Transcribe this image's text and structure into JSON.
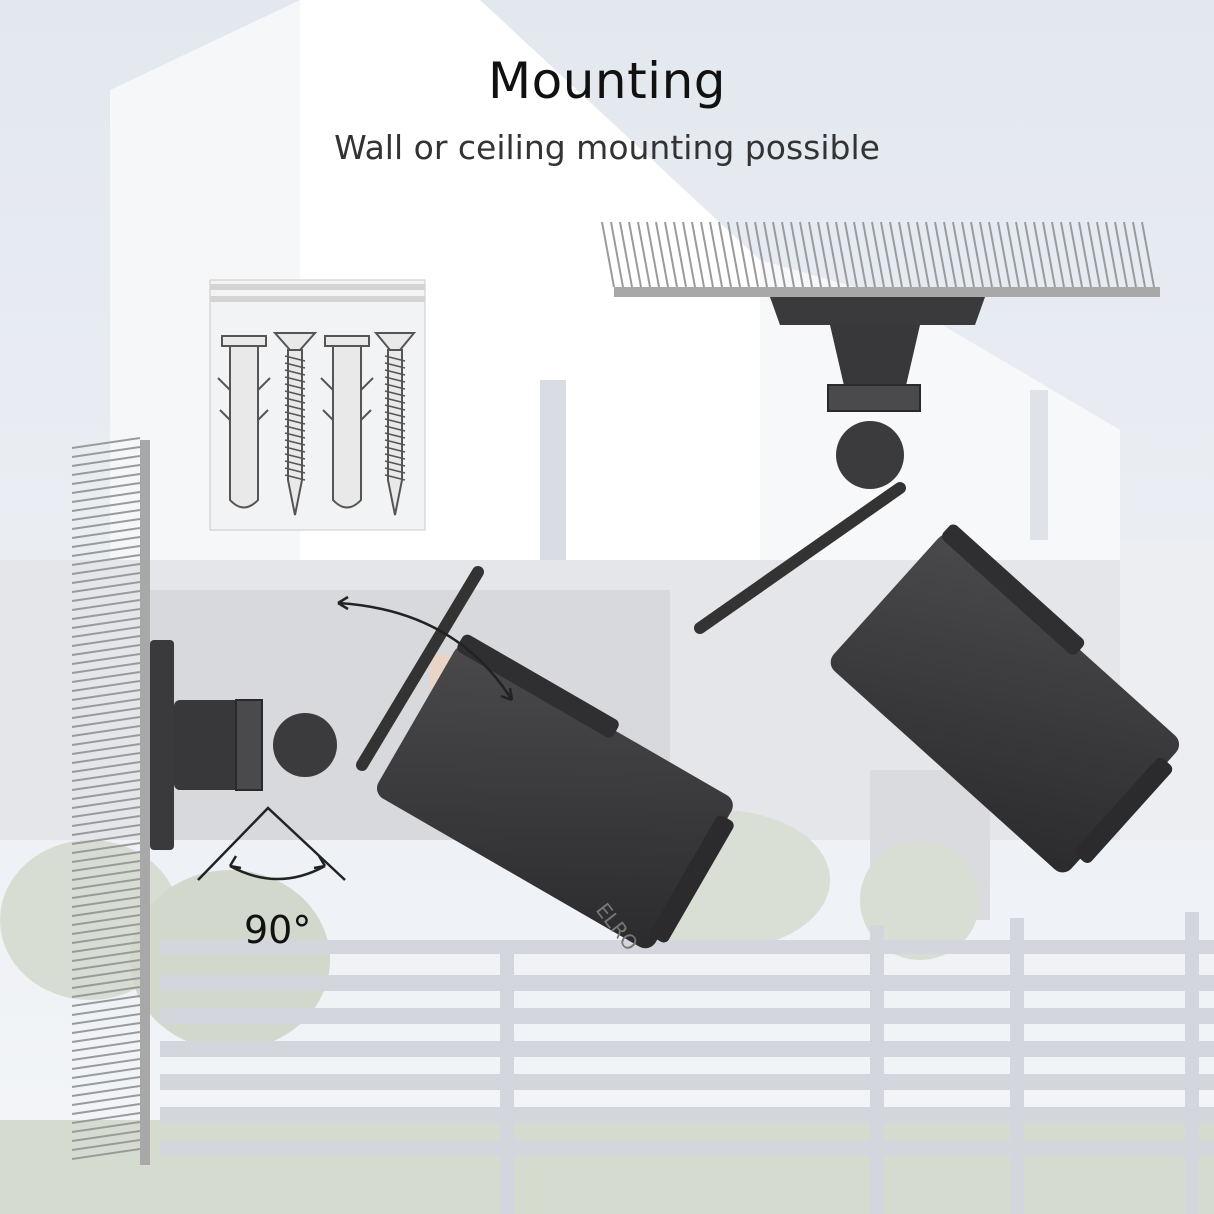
{
  "header": {
    "title": "Mounting",
    "subtitle": "Wall or ceiling mounting possible"
  },
  "wall_mount": {
    "angle_label": "90°"
  },
  "logo": {
    "brand": "ELRO"
  },
  "colors": {
    "camera_body": "#3a3a3c",
    "mount_plate": "#a8a8a8",
    "hatch_lines": "#9a9a9a",
    "background": "#eef1f5"
  }
}
